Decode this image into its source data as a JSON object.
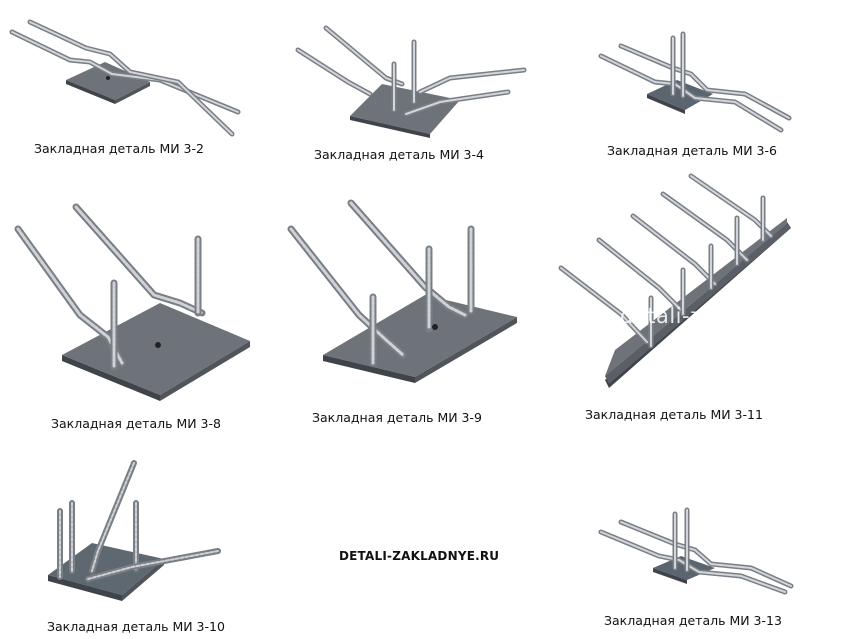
{
  "items": [
    {
      "caption": "Закладная деталь МИ 3-2"
    },
    {
      "caption": "Закладная деталь МИ 3-4"
    },
    {
      "caption": "Закладная деталь МИ 3-6"
    },
    {
      "caption": "Закладная деталь МИ 3-8"
    },
    {
      "caption": "Закладная деталь МИ 3-9"
    },
    {
      "caption": "Закладная деталь МИ 3-11"
    },
    {
      "caption": "Закладная деталь МИ 3-10"
    },
    {
      "caption": "Закладная деталь МИ 3-13"
    }
  ],
  "site": "DETALI-ZAKLADNYE.RU",
  "watermark": "detali-zakl",
  "colors": {
    "background": "#ffffff",
    "plate_top": "#6e737a",
    "plate_edge": "#3f444b",
    "rebar": "#b4b8be",
    "text": "#111111"
  }
}
